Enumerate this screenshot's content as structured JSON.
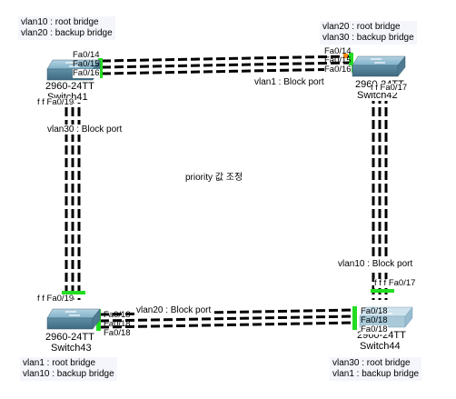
{
  "switches": [
    {
      "id": "sw41",
      "model": "2960-24TT",
      "name": "Switch41"
    },
    {
      "id": "sw42",
      "model": "2960-24TT",
      "name": "Switch42"
    },
    {
      "id": "sw43",
      "model": "2960-24TT",
      "name": "Switch43"
    },
    {
      "id": "sw44",
      "model": "2960-24TT",
      "name": "Switch44"
    }
  ],
  "notes": {
    "sw41": [
      "vlan10 : root bridge",
      "vlan20 : backup bridge"
    ],
    "sw42": [
      "vlan20 : root bridge",
      "vlan30 : backup bridge"
    ],
    "sw43": [
      "vlan1 : root bridge",
      "vlan10 : backup bridge"
    ],
    "sw44": [
      "vlan30 : root bridge",
      "vlan1 : backup bridge"
    ]
  },
  "block_ports": {
    "top": "vlan1 : Block port",
    "left": "vlan30 : Block port",
    "bottom": "vlan20 : Block port",
    "right": "vlan10 : Block port"
  },
  "center_text": "priority 값 조정",
  "ports": {
    "sw41_right": [
      "Fa0/14",
      "Fa0/15",
      "Fa0/16"
    ],
    "sw41_down": "f f Fa0/19",
    "sw42_left": [
      "Fa0/14",
      "Fa0/15",
      "Fa0/16"
    ],
    "sw42_down": "f f Fa0/17",
    "sw43_up": "f f Fa0/19",
    "sw43_right": [
      "Fa0/18",
      "Fa0/18",
      "Fa0/18"
    ],
    "sw44_up": "f f f Fa0/17",
    "sw44_left": [
      "Fa0/18",
      "Fa0/18",
      "Fa0/18"
    ]
  },
  "colors": {
    "link": "#000000",
    "port_up": "#22dd22",
    "port_blocked": "#ff8800",
    "switch_body": "#5f8fa6",
    "note_bg": "#f4f6fb"
  }
}
